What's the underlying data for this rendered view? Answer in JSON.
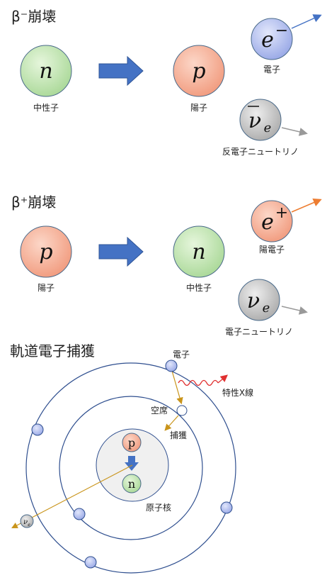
{
  "beta_minus": {
    "title": "β⁻崩壊",
    "neutron": {
      "symbol": "n",
      "label": "中性子"
    },
    "proton": {
      "symbol": "p",
      "label": "陽子"
    },
    "electron": {
      "symbol": "e",
      "sup": "−",
      "label": "電子"
    },
    "antineutrino": {
      "symbol": "ν",
      "sub": "e",
      "label": "反電子ニュートリノ"
    }
  },
  "beta_plus": {
    "title": "β⁺崩壊",
    "proton": {
      "symbol": "p",
      "label": "陽子"
    },
    "neutron": {
      "symbol": "n",
      "label": "中性子"
    },
    "positron": {
      "symbol": "e",
      "sup": "+",
      "label": "陽電子"
    },
    "neutrino": {
      "symbol": "ν",
      "sub": "e",
      "label": "電子ニュートリノ"
    }
  },
  "electron_capture": {
    "title": "軌道電子捕獲",
    "electron_label": "電子",
    "xray_label": "特性X線",
    "vacancy_label": "空席",
    "capture_label": "捕獲",
    "nucleus_label": "原子核",
    "proton_symbol": "p",
    "neutron_symbol": "n",
    "neutrino_symbol": "ν",
    "neutrino_sub": "e"
  },
  "colors": {
    "neutron": "#cfeabf",
    "proton": "#f6b7a1",
    "electron": "#b5c1ef",
    "neutrino": "#c9c9c9",
    "arrow": "#4472c4",
    "orbit": "#2f4f8f",
    "capture_line": "#c9941a",
    "xray": "#e03030",
    "positron_arrow": "#ed7d31"
  }
}
